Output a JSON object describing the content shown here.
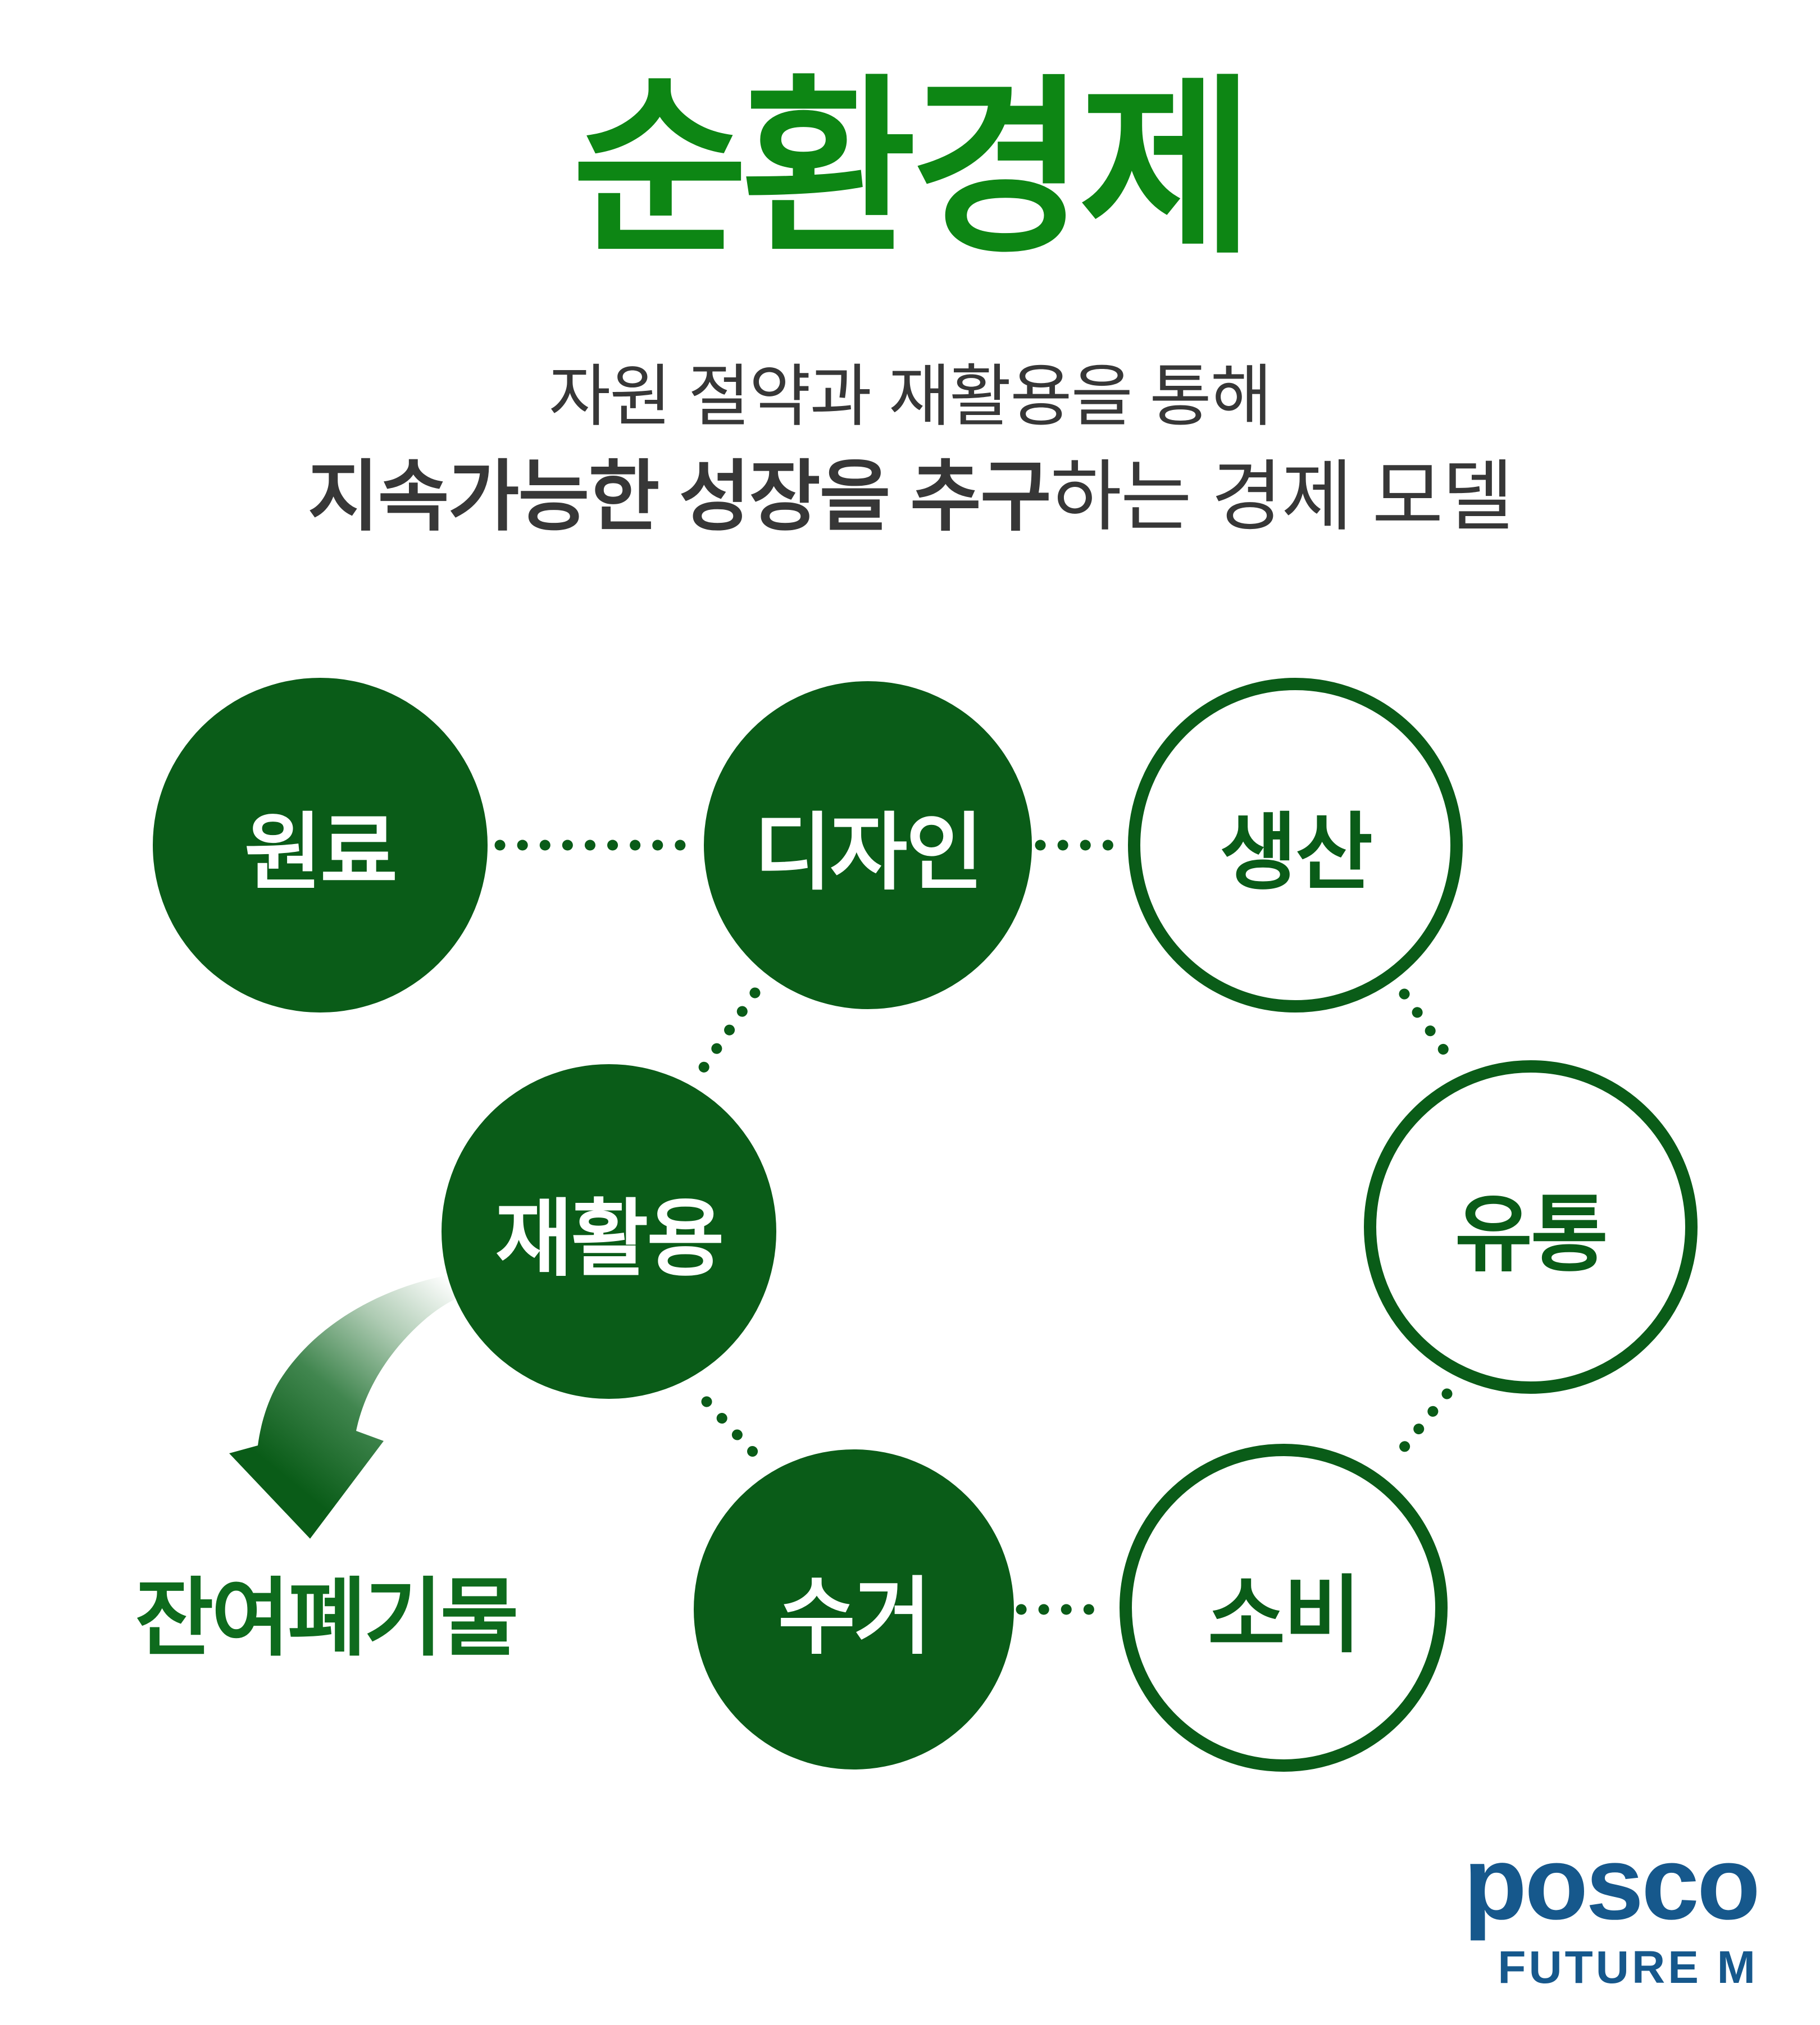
{
  "title": {
    "text": "순환경제"
  },
  "subtitle": {
    "line1": "자원 절약과 재활용을 통해",
    "line2_bold": "지속가능한 성장을 추구",
    "line2_rest": "하는 경제 모델"
  },
  "cycle": {
    "nodes": [
      {
        "label": "원료",
        "style": "filled"
      },
      {
        "label": "디자인",
        "style": "filled"
      },
      {
        "label": "생산",
        "style": "outlined"
      },
      {
        "label": "재활용",
        "style": "filled"
      },
      {
        "label": "유통",
        "style": "outlined"
      },
      {
        "label": "수거",
        "style": "filled"
      },
      {
        "label": "소비",
        "style": "outlined"
      }
    ],
    "waste_label": "잔여폐기물"
  },
  "logo": {
    "brand": "posco",
    "subbrand": "FUTURE M"
  },
  "colors": {
    "background": "#ffffff",
    "title-green": "#0d8614",
    "node-green": "#0a5c18",
    "waste-green": "#0e6b1d",
    "subtitle-gray": "#373737",
    "logo-blue": "#16588c",
    "label-on-filled": "#ffffff"
  }
}
